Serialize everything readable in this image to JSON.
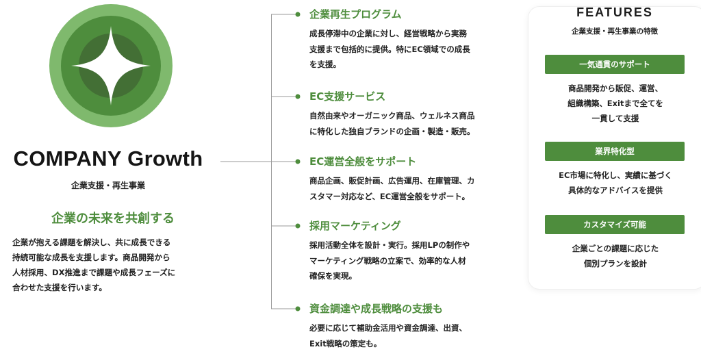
{
  "company": {
    "logo_icon": "four-point-star-icon",
    "name": "COMPANY Growth",
    "tagline": "企業支援・再生事業",
    "headline": "企業の未来を共創する",
    "description_lines": [
      "企業が抱える課題を解決し、共に成長できる",
      "持続可能な成長を支援します。商品開発から",
      "人材採用、DX推進まで課題や成長フェーズに",
      "合わせた支援を行います。"
    ]
  },
  "services": [
    {
      "title": "企業再生プログラム",
      "lines": [
        "成長停滞中の企業に対し、経営戦略から実務",
        "支援まで包括的に提供。特にEC領域での成長",
        "を支援。"
      ]
    },
    {
      "title": "EC支援サービス",
      "lines": [
        "自然由来やオーガニック商品、ウェルネス商品",
        "に特化した独自ブランドの企画・製造・販売。"
      ]
    },
    {
      "title": "EC運営全般をサポート",
      "lines": [
        "商品企画、販促計画、広告運用、在庫管理、カ",
        "スタマー対応など、EC運営全般をサポート。"
      ]
    },
    {
      "title": "採用マーケティング",
      "lines": [
        "採用活動全体を設計・実行。採用LPの制作や",
        "マーケティング戦略の立案で、効率的な人材",
        "確保を実現。"
      ]
    },
    {
      "title": "資金調達や成長戦略の支援も",
      "lines": [
        "必要に応じて補助金活用や資金調達、出資、",
        "Exit戦略の策定も。"
      ]
    }
  ],
  "features": {
    "title": "FEATURES",
    "subtitle": "企業支援・再生事業の特徴",
    "items": [
      {
        "label": "一気通貫のサポート",
        "lines": [
          "商品開発から販促、運営、",
          "組織構築、Exitまで全てを",
          "一貫して支援"
        ]
      },
      {
        "label": "業界特化型",
        "lines": [
          "EC市場に特化し、実績に基づく",
          "具体的なアドバイスを提供"
        ]
      },
      {
        "label": "カスタマイズ可能",
        "lines": [
          "企業ごとの課題に応じた",
          "個別プランを設計"
        ]
      }
    ]
  },
  "colors": {
    "brand_green": "#4e8d3d",
    "logo_outer": "#7fb96d",
    "logo_inner": "#4e8d3d",
    "logo_core": "#436f35"
  }
}
